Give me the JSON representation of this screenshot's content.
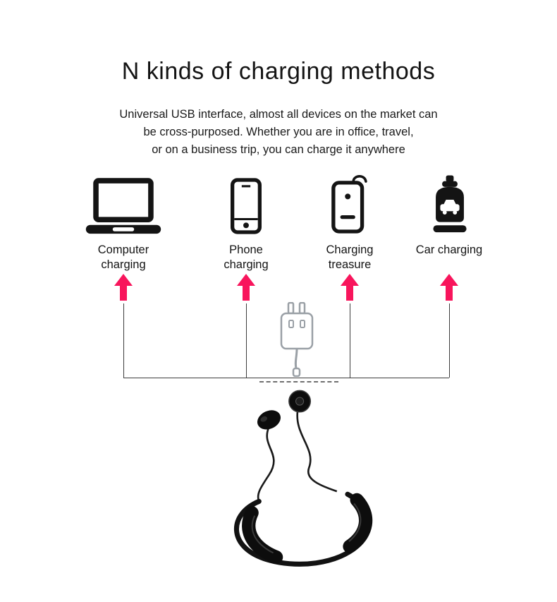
{
  "page": {
    "title": "N kinds of charging methods",
    "subtitle_lines": [
      "Universal USB interface, almost all devices on the market can",
      "be cross-purposed. Whether you are in office, travel,",
      "or on a business trip, you can charge it anywhere"
    ]
  },
  "methods": [
    {
      "icon": "laptop-icon",
      "label_line1": "Computer",
      "label_line2": "charging"
    },
    {
      "icon": "smartphone-icon",
      "label_line1": "Phone",
      "label_line2": "charging"
    },
    {
      "icon": "power-bank-icon",
      "label_line1": "Charging",
      "label_line2": "treasure"
    },
    {
      "icon": "car-charger-icon",
      "label_line1": "Car charging",
      "label_line2": ""
    }
  ],
  "colors": {
    "accent_pink": "#f8155c",
    "icon_black": "#141414",
    "connector_line": "#3c3c3c",
    "usb_outline": "#9aa0a6"
  }
}
